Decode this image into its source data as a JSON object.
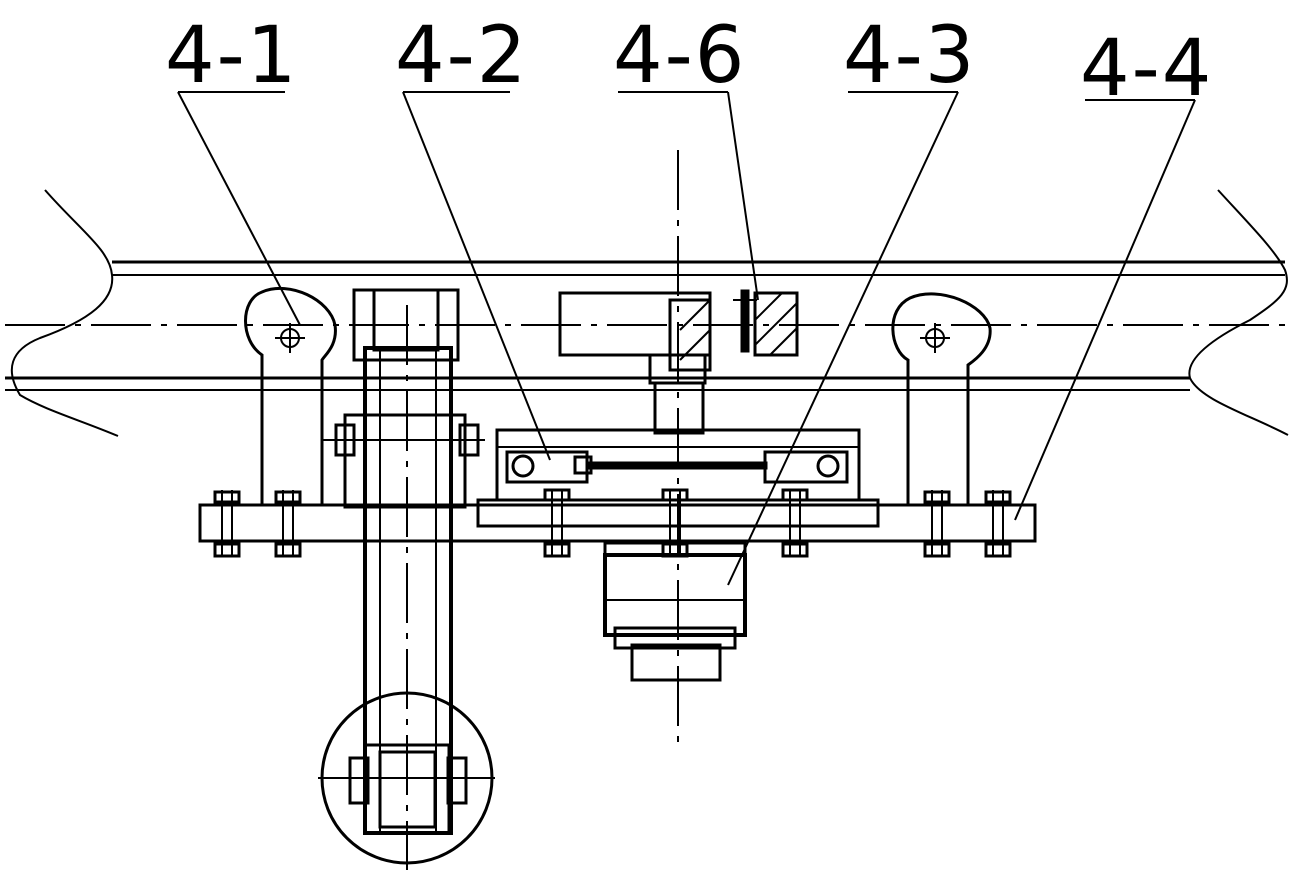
{
  "labels": {
    "l1": "4-1",
    "l2": "4-2",
    "l6": "4-6",
    "l3": "4-3",
    "l4": "4-4"
  }
}
